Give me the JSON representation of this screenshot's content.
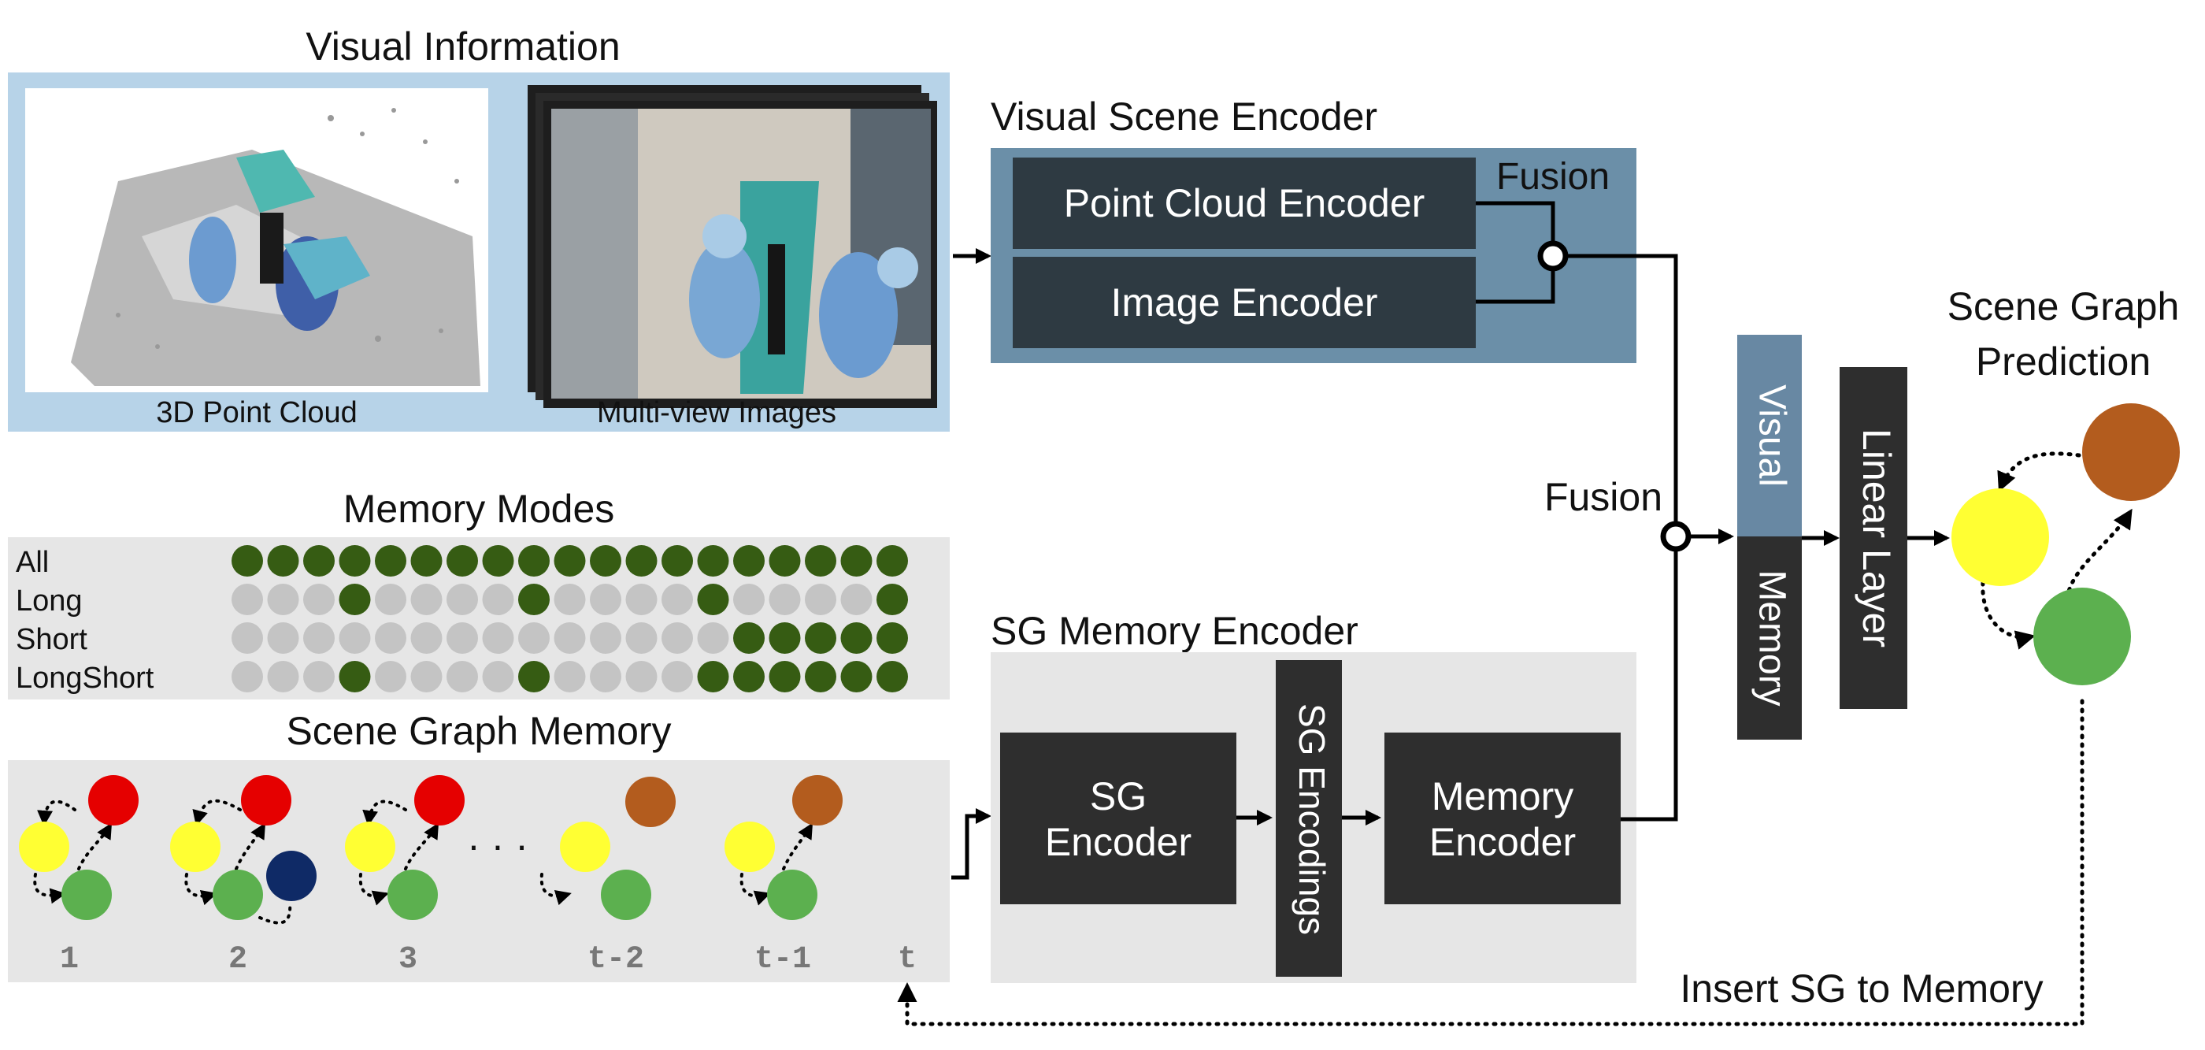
{
  "visual_information": {
    "title": "Visual Information",
    "point_cloud_caption": "3D Point Cloud",
    "images_caption": "Multi-view Images"
  },
  "visual_scene_encoder": {
    "title": "Visual Scene Encoder",
    "point_cloud_encoder": "Point Cloud Encoder",
    "image_encoder": "Image Encoder",
    "fusion": "Fusion"
  },
  "memory_modes": {
    "title": "Memory Modes",
    "rows": [
      {
        "label": "All",
        "active": [
          1,
          1,
          1,
          1,
          1,
          1,
          1,
          1,
          1,
          1,
          1,
          1,
          1,
          1,
          1,
          1,
          1,
          1,
          1
        ]
      },
      {
        "label": "Long",
        "active": [
          0,
          0,
          0,
          1,
          0,
          0,
          0,
          0,
          1,
          0,
          0,
          0,
          0,
          1,
          0,
          0,
          0,
          0,
          1
        ]
      },
      {
        "label": "Short",
        "active": [
          0,
          0,
          0,
          0,
          0,
          0,
          0,
          0,
          0,
          0,
          0,
          0,
          0,
          0,
          1,
          1,
          1,
          1,
          1
        ]
      },
      {
        "label": "LongShort",
        "active": [
          0,
          0,
          0,
          1,
          0,
          0,
          0,
          0,
          1,
          0,
          0,
          0,
          0,
          1,
          1,
          1,
          1,
          1,
          1
        ]
      }
    ],
    "active_color": "#365c13",
    "inactive_color": "#c4c4c4"
  },
  "scene_graph_memory": {
    "title": "Scene Graph Memory",
    "timesteps": [
      "1",
      "2",
      "3",
      "t-2",
      "t-1",
      "t"
    ],
    "ellipsis": "· · ·"
  },
  "sg_memory_encoder": {
    "title": "SG Memory Encoder",
    "sg_encoder": [
      "SG",
      "Encoder"
    ],
    "sg_encodings": "SG Encodings",
    "memory_encoder": [
      "Memory",
      "Encoder"
    ]
  },
  "fusion_label": "Fusion",
  "fused": {
    "visual": "Visual",
    "memory": "Memory"
  },
  "linear_layer": "Linear Layer",
  "prediction": {
    "title": [
      "Scene Graph",
      "Prediction"
    ]
  },
  "insert_label": "Insert SG to Memory",
  "colors": {
    "light_blue_panel": "#b7d3e8",
    "steel_blue_panel": "#6b8fa8",
    "dark_box": "#2e2e2e",
    "gray_panel": "#e6e6e6",
    "node_yellow": "#ffff33",
    "node_green": "#5cb04f",
    "node_red": "#e50000",
    "node_brown": "#b35c1e",
    "node_navy": "#0f2a66",
    "visual_blue": "#6888a3"
  }
}
